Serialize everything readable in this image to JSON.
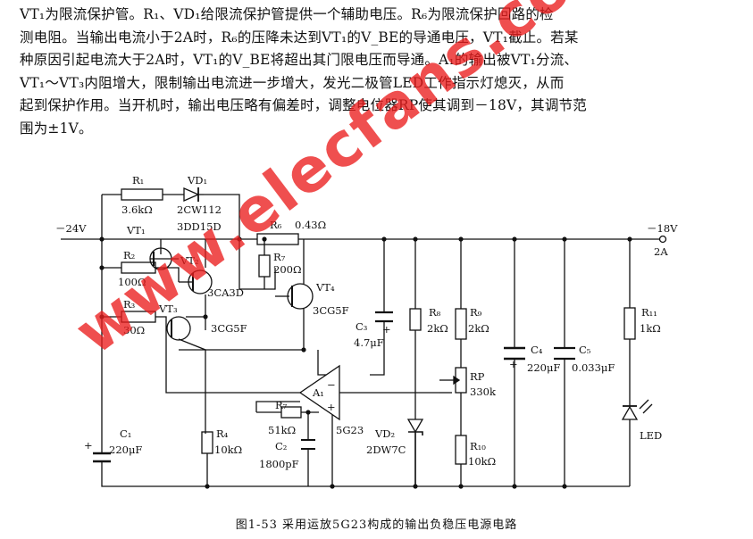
{
  "description_lines": [
    "VT₁为限流保护管。R₁、VD₁给限流保护管提供一个辅助电压。R₆为限流保护回路的检",
    "测电阻。当输出电流小于2A时，R₆的压降未达到VT₁的V_BE的导通电压，VT₁截止。若某",
    "种原因引起电流大于2A时，VT₁的V_BE将超出其门限电压而导通。A₁的输出被VT₁分流、",
    "VT₁～VT₃内阻增大，限制输出电流进一步增大，发光二极管LED工作指示灯熄灭，从而",
    "起到保护作用。当开机时，输出电压略有偏差时，调整电位器RP使其调到－18V，其调节范",
    "围为±1V。"
  ],
  "watermark": "www.elecfans.com",
  "caption": "图1-53  采用运放5G23构成的输出负稳压电源电路",
  "colors": {
    "watermark": "#e81e1e",
    "ink": "#111111"
  },
  "circuit": {
    "input_label": "－24V",
    "output_voltage": "－18V",
    "output_current": "2A",
    "components": {
      "R1": {
        "name": "R₁",
        "value": "3.6kΩ"
      },
      "VD1": {
        "name": "VD₁",
        "value": "2CW112"
      },
      "VT1": {
        "name": "VT₁",
        "value": "3DD15D"
      },
      "VT2": {
        "name": "VT₂",
        "value": "3CA3D"
      },
      "VT3": {
        "name": "VT₃",
        "value": "3CG5F"
      },
      "VT4": {
        "name": "VT₄",
        "value": "3CG5F"
      },
      "R2": {
        "name": "R₂",
        "value": "100Ω"
      },
      "R3": {
        "name": "R₃",
        "value": "30Ω"
      },
      "R4": {
        "name": "R₄",
        "value": "10kΩ"
      },
      "R6": {
        "name": "R₆",
        "value": "0.43Ω"
      },
      "R7a": {
        "name": "R₇",
        "value": "200Ω"
      },
      "R7b": {
        "name": "R₇",
        "value": "51kΩ"
      },
      "R8": {
        "name": "R₈",
        "value": "2kΩ"
      },
      "R9": {
        "name": "R₉",
        "value": "2kΩ"
      },
      "R10": {
        "name": "R₁₀",
        "value": "10kΩ"
      },
      "R11": {
        "name": "R₁₁",
        "value": "1kΩ"
      },
      "C1": {
        "name": "C₁",
        "value": "220μF"
      },
      "C2": {
        "name": "C₂",
        "value": "1800pF"
      },
      "C3": {
        "name": "C₃",
        "value": "4.7μF"
      },
      "C4": {
        "name": "C₄",
        "value": "220μF"
      },
      "C5": {
        "name": "C₅",
        "value": "0.033μF"
      },
      "A1": {
        "name": "A₁",
        "value": "5G23"
      },
      "VD2": {
        "name": "VD₂",
        "value": "2DW7C"
      },
      "RP": {
        "name": "RP",
        "value": "330k"
      },
      "LED": {
        "name": "LED"
      }
    }
  }
}
